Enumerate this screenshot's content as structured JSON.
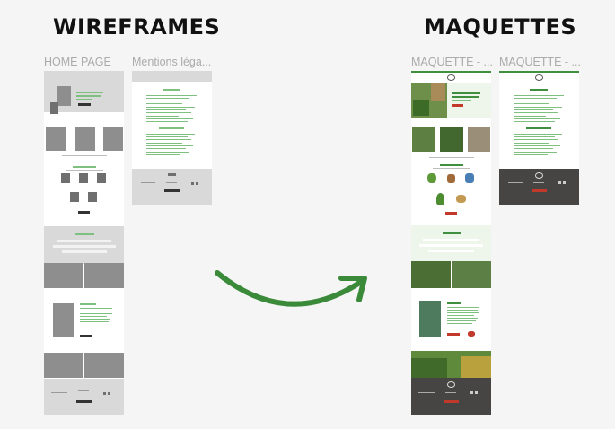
{
  "sections": {
    "wireframes_title": "WIREFRAMES",
    "maquettes_title": "MAQUETTES"
  },
  "frames": {
    "wire_home_label": "HOME PAGE",
    "wire_mentions_label": "Mentions léga...",
    "maq_home_label": "MAQUETTE - ...",
    "maq_mentions_label": "MAQUETTE - ..."
  },
  "colors": {
    "arrow": "#3a8a3a",
    "accent_green": "#3f8f3f",
    "footer": "#474544"
  }
}
